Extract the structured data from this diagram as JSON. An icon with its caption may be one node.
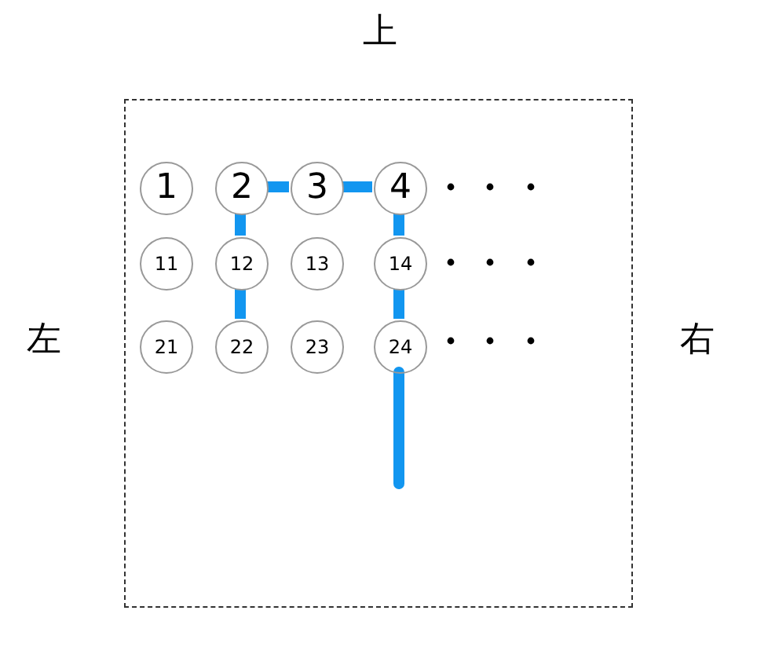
{
  "diagram": {
    "nodes": [
      {
        "text": [],
        "shape": "box"
      },
      {
        "text": [
          "1"
        ],
        "in": 0
      },
      {
        "text": [
          "2"
        ],
        "in": 0
      },
      {
        "text": [
          "3"
        ],
        "in": 0
      },
      {
        "text": [
          "4"
        ],
        "in": 0
      },
      {
        "text": [
          "11"
        ],
        "in": 0
      },
      {
        "text": [
          "12"
        ],
        "in": 0
      },
      {
        "text": [
          "13"
        ],
        "in": 0
      },
      {
        "text": [
          "14"
        ],
        "in": 0
      },
      {
        "text": [
          "21"
        ],
        "in": 0
      },
      {
        "text": [
          "22"
        ],
        "in": 0
      },
      {
        "text": [
          "23"
        ],
        "in": 0
      },
      {
        "text": [
          "24"
        ],
        "in": 0
      }
    ],
    "edges": [
      {
        "from": 10,
        "to": 6,
        "arrow": "none"
      },
      {
        "from": 6,
        "to": 2,
        "arrow": "none"
      },
      {
        "from": 2,
        "to": 3,
        "arrow": "none"
      },
      {
        "from": 3,
        "to": 4,
        "arrow": "none"
      },
      {
        "from": 4,
        "to": 8,
        "arrow": "none"
      },
      {
        "from": 8,
        "to": 12,
        "arrow": "none"
      },
      {
        "from": 12,
        "to": null,
        "arrow": "none"
      }
    ],
    "labels": [
      "上",
      "左",
      "右"
    ]
  }
}
